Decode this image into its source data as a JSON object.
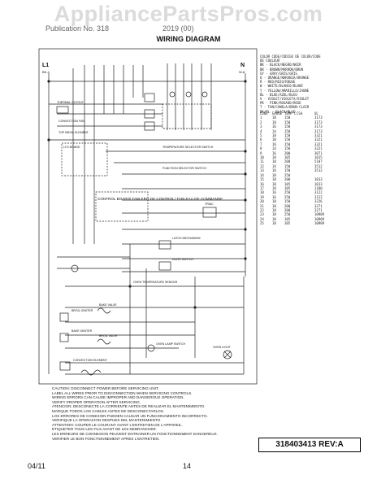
{
  "watermark": "AppliancePartsPros.com",
  "header": {
    "left_text": "Publication No. 318",
    "right_text": "2019 (00)",
    "title": "WIRING DIAGRAM"
  },
  "power": {
    "l1": "L1",
    "l1_sub": "BK-4",
    "n": "N",
    "n_sub": "W-8"
  },
  "color_code": {
    "lines": [
      "COLOR CODE/CODIGO DE COLOR/CODE",
      "DE COULEUR",
      "BK - BLACK/NEGRO/NOIR",
      "BR - BROWN/MARRON/BRUN",
      "GY - GRAY/GRIS/GRIS",
      "O - ORANGE/NARANJA/ORANGE",
      "R - RED/ROJO/ROUGE",
      "W - WHITE/BLANCO/BLANC",
      "Y - YELLOW/AMARILLO/JAUNE",
      "BL - BLUE/AZUL/BLEU",
      "V - VIOLET/VIOLETA/VIOLET",
      "PK - PINK/ROSADO/ROSE",
      "T - TAN/CANELA/BRUN-CLAIR",
      "BK/BL - BLACK/BLUE",
      "BR/BL - BROWN/BLUE"
    ]
  },
  "gauge_table": {
    "header": [
      "CODE",
      "GAUGE",
      "TEMP C",
      "CSA",
      "UL"
    ],
    "rows": [
      [
        "1",
        "18",
        "150",
        "",
        "3173"
      ],
      [
        "2",
        "18",
        "150",
        "",
        "3173"
      ],
      [
        "3",
        "16",
        "150",
        "",
        "3173"
      ],
      [
        "4",
        "14",
        "150",
        "",
        "3173"
      ],
      [
        "5",
        "18",
        "150",
        "",
        "3321"
      ],
      [
        "6",
        "18",
        "150",
        "",
        "3321"
      ],
      [
        "7",
        "16",
        "150",
        "",
        "3321"
      ],
      [
        "8",
        "14",
        "150",
        "",
        "3321"
      ],
      [
        "9",
        "16",
        "200",
        "",
        "3071"
      ],
      [
        "10",
        "18",
        "105",
        "",
        "1015"
      ],
      [
        "11",
        "18",
        "200",
        "",
        "5107"
      ],
      [
        "12",
        "14",
        "150",
        "",
        "3512"
      ],
      [
        "13",
        "16",
        "150",
        "",
        "3512"
      ],
      [
        "14",
        "18",
        "250",
        "",
        ""
      ],
      [
        "15",
        "18",
        "200",
        "",
        "1013"
      ],
      [
        "16",
        "18",
        "105",
        "",
        "1013"
      ],
      [
        "17",
        "18",
        "105",
        "",
        "1180"
      ],
      [
        "18",
        "16",
        "250",
        "",
        "3122"
      ],
      [
        "19",
        "16",
        "250",
        "",
        "3122"
      ],
      [
        "20",
        "18",
        "150",
        "",
        "3226"
      ],
      [
        "21",
        "18",
        "200",
        "",
        "3271"
      ],
      [
        "22",
        "18",
        "200",
        "",
        "3271"
      ],
      [
        "23",
        "18",
        "250",
        "",
        "10909"
      ],
      [
        "24",
        "18",
        "105",
        "",
        "10909"
      ],
      [
        "25",
        "18",
        "105",
        "",
        "10909"
      ]
    ]
  },
  "components": {
    "thermal_cutout": "THERMAL CUTOUT",
    "convection_fan": "CONVECTION FAN",
    "top_broil": "TOP BROIL ELEMENT",
    "lto_board": "LTO BOARD",
    "control_board": "CONTROL BOARD/ TABLERO DE CONTROL/ TABLEAU DE COMMANDE",
    "temp_selector": "TEMPERATURE SELECTOR SWITCH",
    "function_selector": "FUNCTION SELECTOR SWITCH",
    "triac": "TRIAC",
    "door_latch": "LATCH MECHANISM",
    "door_switch": "DOOR SWITCH",
    "bake_valve": "BAKE VALVE",
    "broil_igniter": "BROIL IGNITER",
    "broil_valve": "BROIL VALVE",
    "bake_igniter": "BAKE IGNITER",
    "convection_element": "CONVECTION ELEMENT",
    "oven_lamp": "OVEN LAMP SWITCH",
    "oven_light": "OVEN LIGHT",
    "sensor": "OVEN TEMPERATURE SENSOR"
  },
  "notes": {
    "lines": [
      "CAUTION: DISCONNECT POWER BEFORE SERVICING UNIT.",
      "LABEL ALL WIRES PRIOR TO DISCONNECTION WHEN SERVICING CONTROLS.",
      "WIRING ERRORS CAN CAUSE IMPROPER AND DANGEROUS OPERATION.",
      "VERIFY PROPER OPERATION AFTER SERVICING.",
      "ATENCION: DESCONECTE LA CORRIENTE ANTES DE REALIZAR EL MANTENIMIENTO.",
      "MARQUE TODOS LOS CABLES ANTES DE DESCONECTARLOS.",
      "LOS ERRORES DE CONEXION PUEDEN CAUSAR UN FUNCIONAMIENTO INCORRECTO.",
      "VERIFIQUE LA OPERACION DESPUES DEL MANTENIMIENTO.",
      "ATTENTION: COUPER LE COURANT AVANT L'ENTRETIEN DE L'APPAREIL.",
      "ETIQUETER TOUS LES FILS AVANT DE LES DEBRANCHER.",
      "LES ERREURS DE CONNEXION PEUVENT ENTRAINER UN FONCTIONNEMENT DANGEREUX.",
      "VERIFIER LE BON FONCTIONNEMENT APRES L'ENTRETIEN."
    ]
  },
  "part_number": "318403413 REV:A",
  "footer": {
    "date": "04/11",
    "page": "14"
  }
}
